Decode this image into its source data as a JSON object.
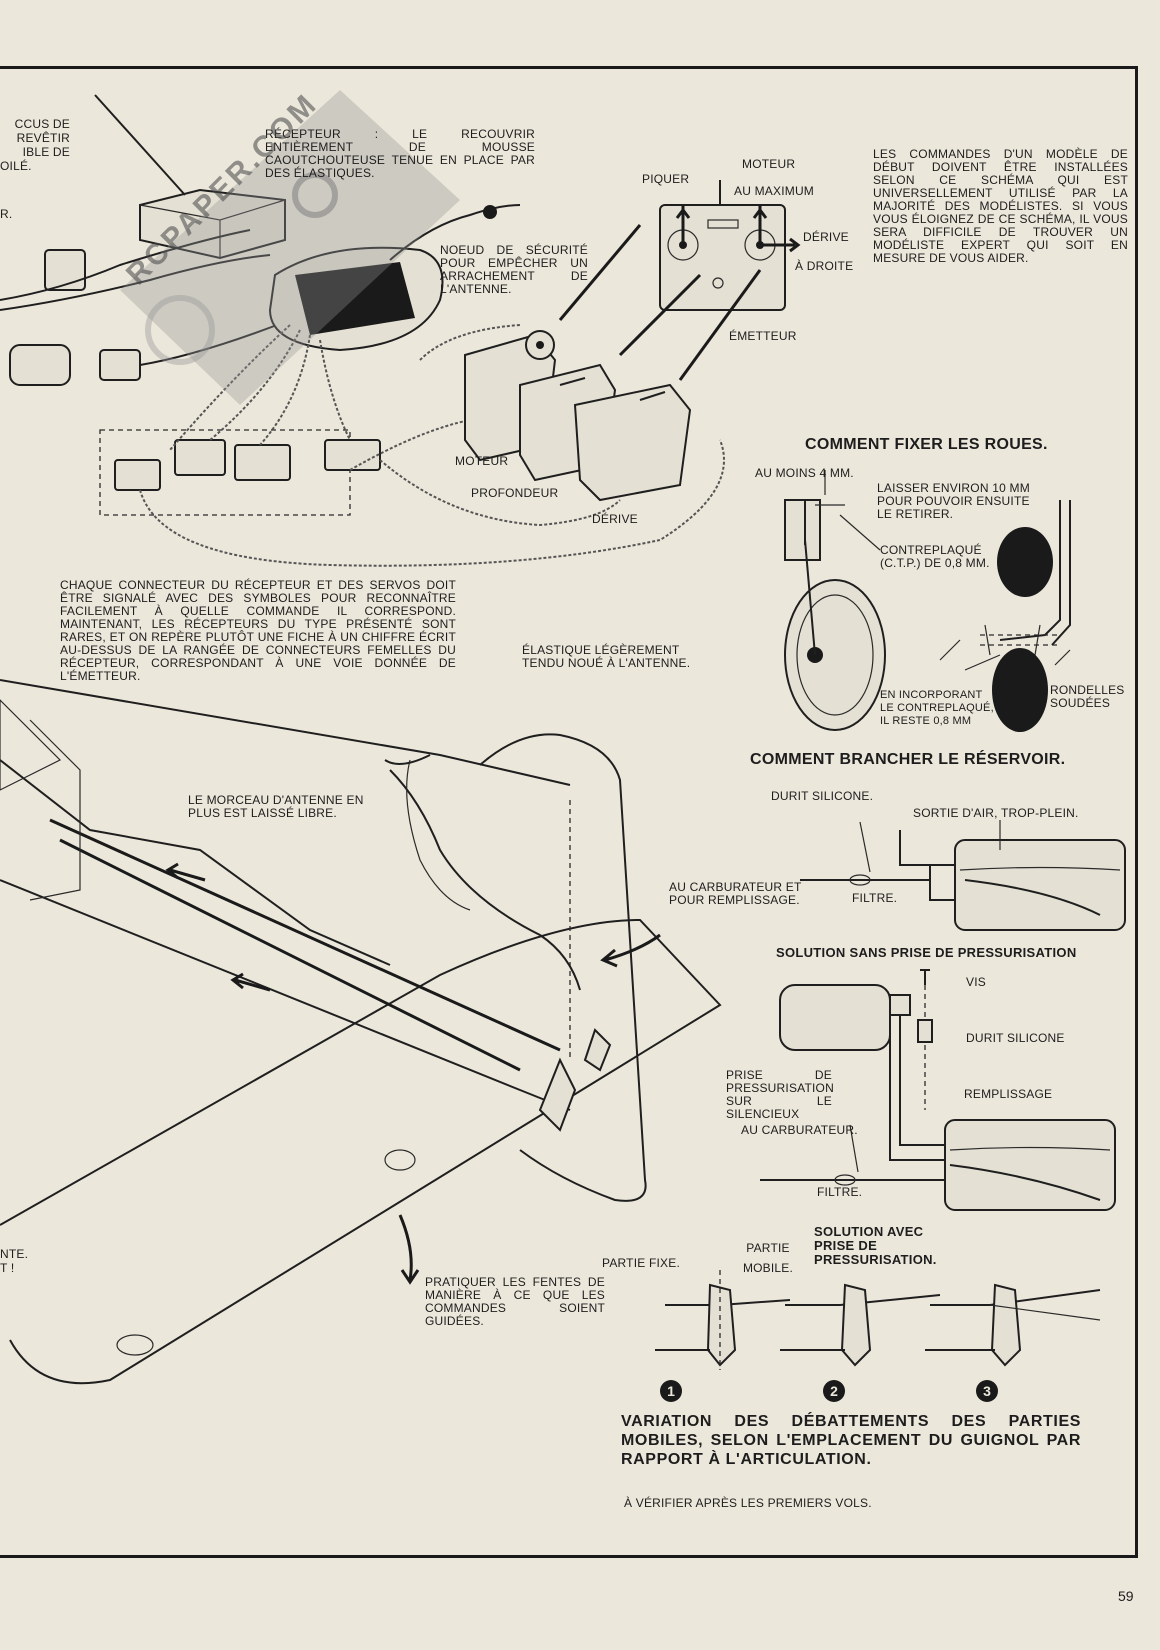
{
  "radio": {
    "left_fragment_1": [
      "CCUS DE",
      "REVÊTIR",
      "IBLE DE",
      "OILÉ."
    ],
    "left_fragment_2": "R.",
    "receiver_note": "RÉCEPTEUR : LE RECOUVRIR ENTIÈREMENT DE MOUSSE CAOUTCHOUTEUSE TENUE EN PLACE PAR DES ÉLASTIQUES.",
    "safety_knot_note": "NOEUD DE SÉCURITÉ POUR EMPÊCHER UN ARRACHEMENT DE L'ANTENNE.",
    "label_piquer": "PIQUER",
    "label_moteur_top": "MOTEUR",
    "label_au_maximum": "AU MAXIMUM",
    "label_derive_right": "DÉRIVE",
    "label_a_droite": "À DROITE",
    "label_emetteur": "ÉMETTEUR",
    "label_moteur_servo": "MOTEUR",
    "label_profondeur": "PROFONDEUR",
    "label_derive_servo": "DÉRIVE",
    "intro_paragraph": "LES COMMANDES D'UN MODÈLE DE DÉBUT DOIVENT ÊTRE INSTALLÉES SELON CE SCHÉMA QUI EST UNIVERSELLEMENT UTILISÉ PAR LA MAJORITÉ DES MODÉLISTES. SI VOUS VOUS ÉLOIGNEZ DE CE SCHÉMA, IL VOUS SERA DIFFICILE DE TROUVER UN MODÉLISTE EXPERT QUI SOIT EN MESURE DE VOUS AIDER.",
    "connector_paragraph": "CHAQUE CONNECTEUR DU RÉCEPTEUR ET DES SERVOS DOIT ÊTRE SIGNALÉ AVEC DES SYMBOLES POUR RECONNAÎTRE FACILEMENT À QUELLE COMMANDE IL CORRESPOND. MAINTENANT, LES RÉCEPTEURS DU TYPE PRÉSENTÉ SONT RARES, ET ON REPÈRE PLUTÔT UNE FICHE À UN CHIFFRE ÉCRIT AU-DESSUS DE LA RANGÉE DE CONNECTEURS FEMELLES DU RÉCEPTEUR, CORRESPONDANT À UNE VOIE DONNÉE DE L'ÉMETTEUR."
  },
  "tail": {
    "elastic_note": "ÉLASTIQUE LÉGÈREMENT TENDU NOUÉ À L'ANTENNE.",
    "antenna_note": "LE MORCEAU D'ANTENNE EN PLUS EST LAISSÉ LIBRE.",
    "slots_note": "PRATIQUER LES FENTES DE MANIÈRE À CE QUE LES COMMANDES SOIENT GUIDÉES.",
    "left_fragment_3": "NTE.",
    "left_fragment_4": "T !"
  },
  "wheels": {
    "title": "COMMENT FIXER LES ROUES.",
    "au_moins": "AU MOINS 4 MM.",
    "laisser": "LAISSER ENVIRON 10 MM POUR POUVOIR ENSUITE LE RETIRER.",
    "contreplaque": "CONTREPLAQUÉ (C.T.P.) DE 0,8 MM.",
    "en_incorporant": "EN INCORPORANT LE CONTREPLAQUÉ, IL RESTE 0,8 MM",
    "rondelles": "RONDELLES SOUDÉES"
  },
  "tank": {
    "title": "COMMENT BRANCHER LE RÉSERVOIR.",
    "durit_1": "DURIT SILICONE.",
    "sortie": "SORTIE D'AIR, TROP-PLEIN.",
    "au_carburateur_1": "AU CARBURATEUR ET POUR REMPLISSAGE.",
    "filtre_1": "FILTRE.",
    "solution_sans": "SOLUTION SANS PRISE DE PRESSURISATION",
    "vis": "VIS",
    "durit_2": "DURIT SILICONE",
    "prise": "PRISE DE PRESSURISATION SUR LE SILENCIEUX",
    "remplissage": "REMPLISSAGE",
    "au_carburateur_2": "AU CARBURATEUR.",
    "filtre_2": "FILTRE."
  },
  "horns": {
    "partie_fixe": "PARTIE FIXE.",
    "partie_mobile": "PARTIE MOBILE.",
    "solution_avec": "SOLUTION AVEC PRISE DE PRESSURISATION.",
    "n1": "1",
    "n2": "2",
    "n3": "3",
    "title": "VARIATION DES DÉBATTEMENTS DES PARTIES MOBILES, SELON L'EMPLACEMENT DU GUIGNOL PAR RAPPORT À L'ARTICULATION.",
    "check": "À VÉRIFIER APRÈS LES PREMIERS VOLS."
  },
  "watermark": "RCPAPER.COM",
  "page_number": "59"
}
